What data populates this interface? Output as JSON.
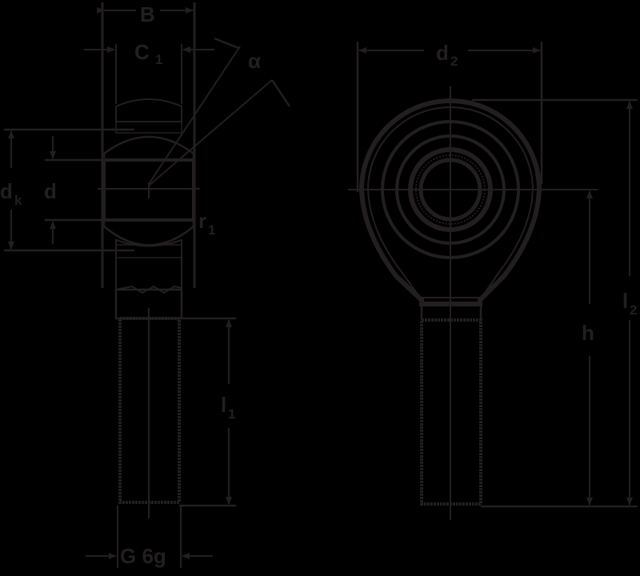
{
  "diagram": {
    "type": "technical-drawing",
    "subject": "rod end with male thread",
    "colors": {
      "background": "#000000",
      "line": "#231f20",
      "fill": "#b8cbe6",
      "gap": "#ffffff"
    },
    "side_view": {
      "labels": {
        "B": {
          "main": "B",
          "sub": ""
        },
        "C1": {
          "main": "C",
          "sub": "1"
        },
        "alpha": {
          "main": "α",
          "sub": ""
        },
        "dk": {
          "main": "d",
          "sub": "k"
        },
        "d": {
          "main": "d",
          "sub": ""
        },
        "r1": {
          "main": "r",
          "sub": "1"
        },
        "l1": {
          "main": "l",
          "sub": "1"
        },
        "G": {
          "main": "G 6g",
          "sub": ""
        }
      }
    },
    "front_view": {
      "labels": {
        "d2": {
          "main": "d",
          "sub": "2"
        },
        "h": {
          "main": "h",
          "sub": ""
        },
        "l2": {
          "main": "l",
          "sub": "2"
        }
      }
    }
  }
}
